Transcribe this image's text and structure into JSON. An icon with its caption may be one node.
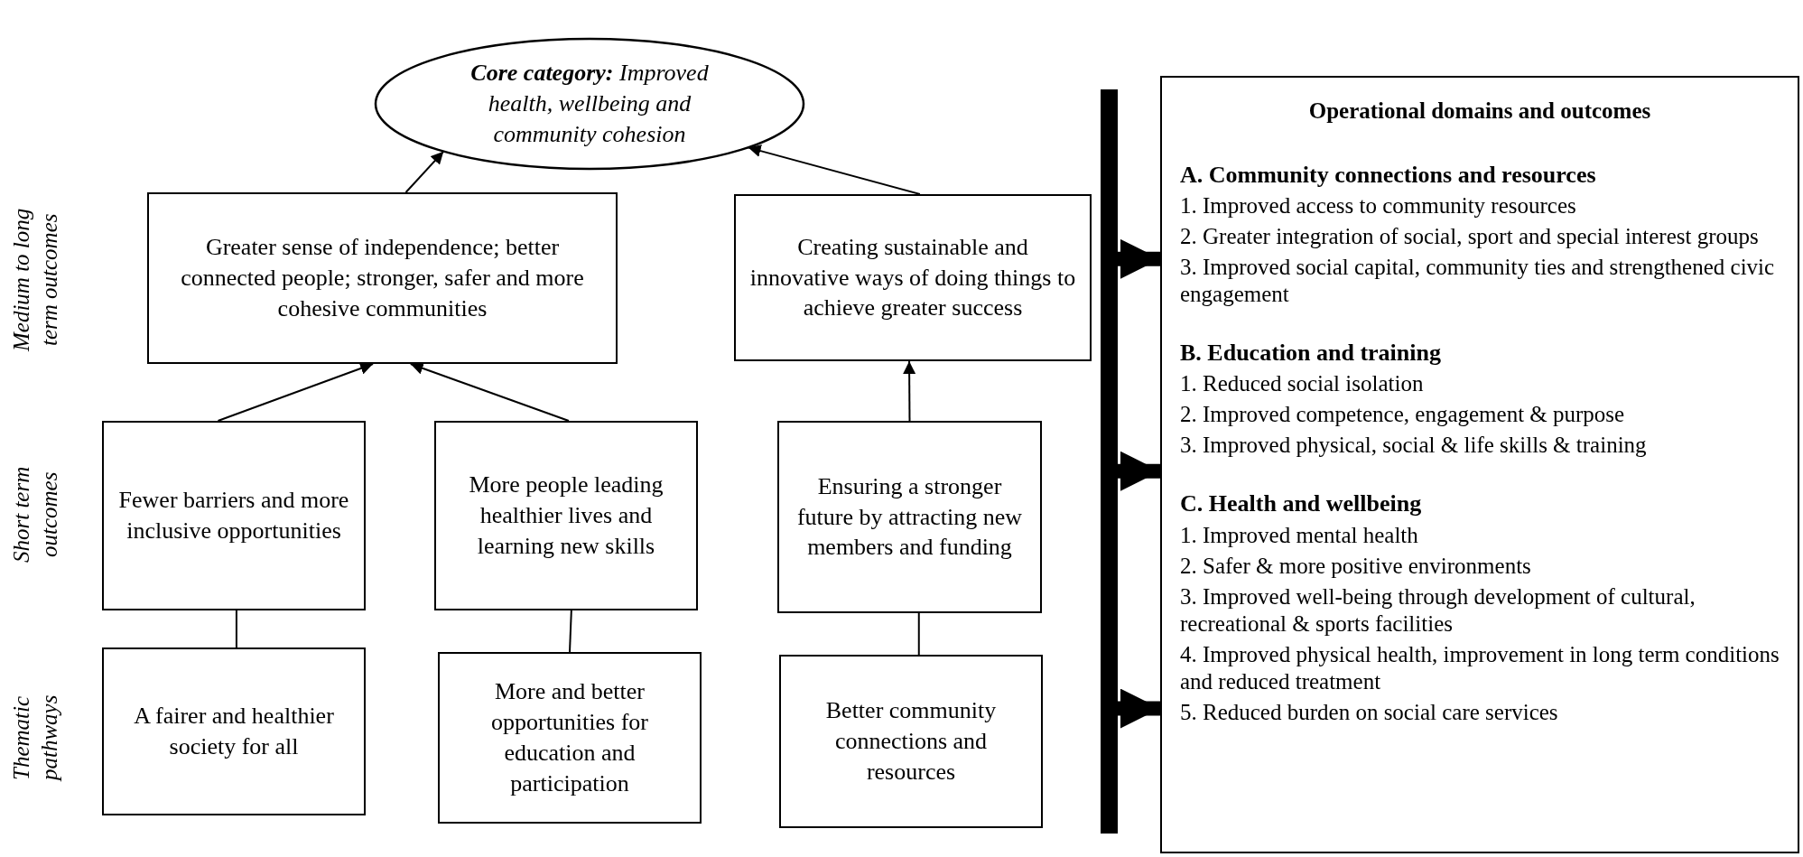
{
  "diagram": {
    "nodes": [
      {
        "text": [
          "**Core category:** Improved health, wellbeing and community cohesion"
        ]
      },
      {
        "text": [
          "Greater sense of independence; better connected people; stronger, safer and more cohesive communities"
        ]
      },
      {
        "text": [
          "Creating sustainable and innovative ways of doing things to achieve greater success"
        ]
      },
      {
        "text": [
          "Fewer barriers and more inclusive opportunities"
        ]
      },
      {
        "text": [
          "More people leading healthier lives and learning new skills"
        ]
      },
      {
        "text": [
          "Ensuring a stronger future by attracting new members and funding"
        ]
      },
      {
        "text": [
          "A fairer and healthier society for all"
        ]
      },
      {
        "text": [
          "More and better opportunities for education and participation"
        ]
      },
      {
        "text": [
          "Better community connections and resources"
        ]
      },
      {
        "text": [
          "Operational domains and outcomes",
          "A. Community connections and resources",
          "1. Improved access to community resources",
          "2. Greater integration of social, sport and special interest groups",
          "3. Improved social capital, community ties and strengthened civic engagement",
          "B. Education and training",
          "1. Reduced social isolation",
          "2. Improved competence, engagement & purpose",
          "3. Improved physical, social & life skills & training",
          "C. Health and wellbeing",
          "1. Improved mental health",
          "2. Safer & more positive environments",
          "3. Improved well-being through development of cultural, recreational & sports facilities",
          "4. Improved physical health, improvement in long term conditions and reduced treatment",
          "5. Reduced burden on social care services"
        ]
      },
      {
        "text": [],
        "shape": "bar"
      }
    ],
    "edges": [
      {
        "from": 1,
        "to": 0,
        "arrow": "to"
      },
      {
        "from": 2,
        "to": 0,
        "arrow": "to"
      },
      {
        "from": 3,
        "to": 1,
        "arrow": "to"
      },
      {
        "from": 4,
        "to": 1,
        "arrow": "to"
      },
      {
        "from": 5,
        "to": 2,
        "arrow": "to"
      },
      {
        "from": 6,
        "to": 3,
        "arrow": "none"
      },
      {
        "from": 7,
        "to": 4,
        "arrow": "none"
      },
      {
        "from": 8,
        "to": 5,
        "arrow": "none"
      },
      {
        "from": 10,
        "to": 9,
        "arrow": "to",
        "style": "thick"
      },
      {
        "from": 10,
        "to": 9,
        "arrow": "to",
        "style": "thick"
      },
      {
        "from": 10,
        "to": 9,
        "arrow": "to",
        "style": "thick"
      }
    ],
    "labels": [
      "Medium to long term outcomes",
      "Short term outcomes",
      "Thematic pathways"
    ]
  }
}
